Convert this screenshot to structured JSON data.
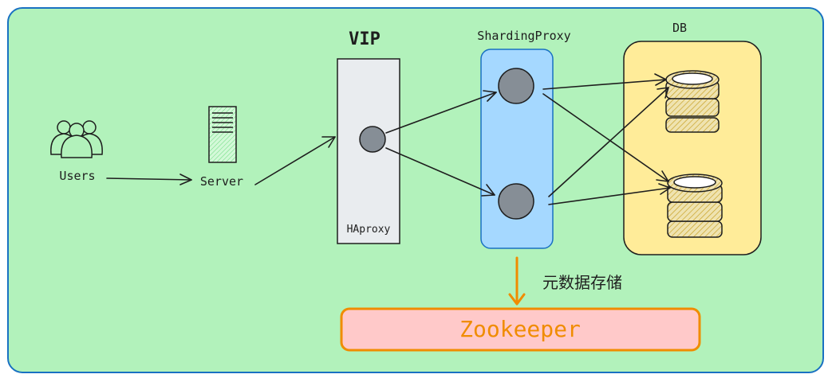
{
  "labels": {
    "users": "Users",
    "server": "Server",
    "vip": "VIP",
    "haproxy": "HAproxy",
    "sharding_proxy": "ShardingProxy",
    "db": "DB",
    "metadata_storage": "元数据存储",
    "zookeeper": "Zookeeper"
  },
  "colors": {
    "canvas_fill": "#b2f2bb",
    "canvas_stroke": "#1971c2",
    "haproxy_fill": "#e9ecef",
    "proxy_fill": "#a5d8ff",
    "proxy_stroke": "#1971c2",
    "db_fill": "#ffec99",
    "node_fill": "#868e96",
    "zk_fill": "#ffc9c9",
    "zk_stroke": "#f08c00",
    "zk_text": "#f08c00",
    "db_hatch": "#c9a227"
  },
  "icons": {
    "users": "users-group-icon",
    "server": "server-rack-icon",
    "database": "database-cylinder-icon"
  }
}
